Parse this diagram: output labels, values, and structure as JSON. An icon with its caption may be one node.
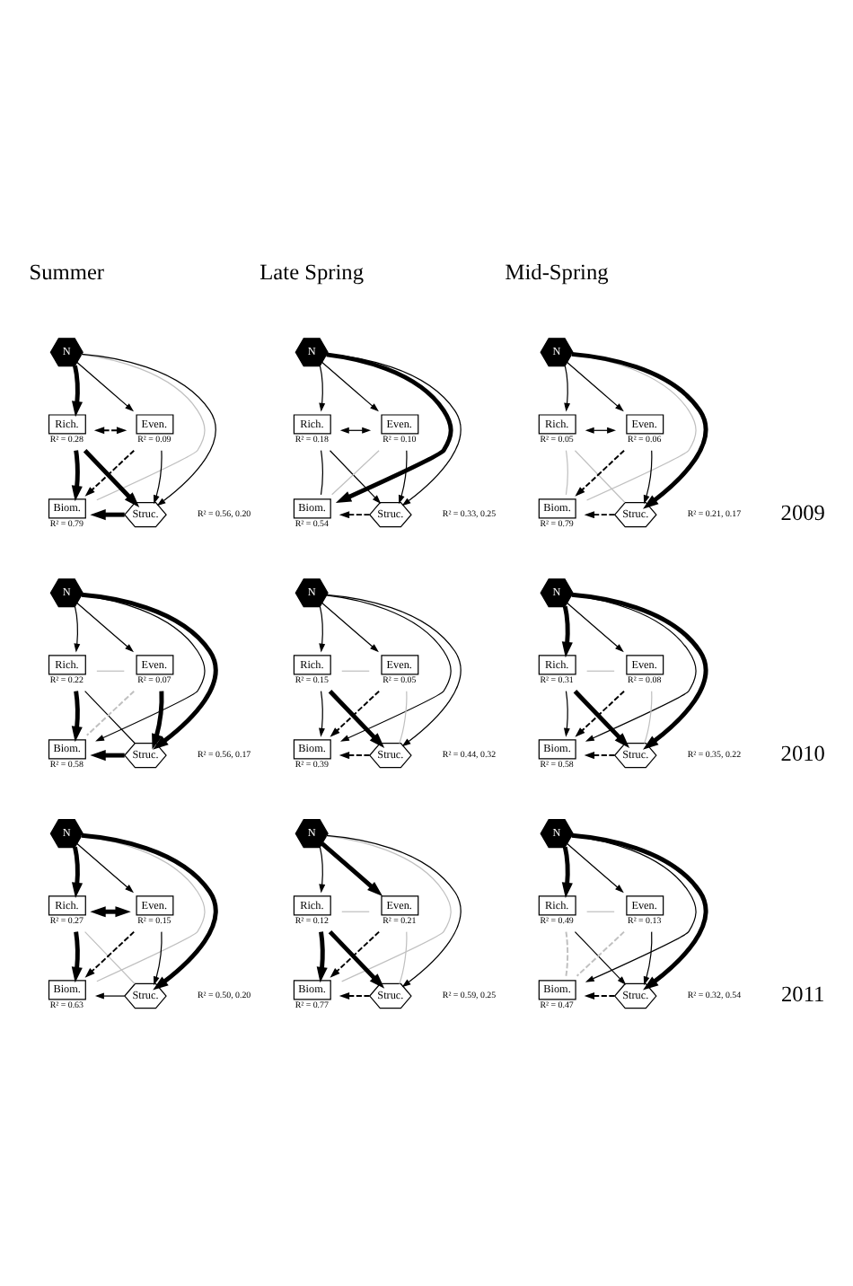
{
  "diagram": {
    "nodes": [
      {
        "text": [
          "N"
        ]
      },
      {
        "text": [
          "Rich."
        ],
        "beside": [
          "R² = 0.28"
        ]
      },
      {
        "text": [
          "Even."
        ],
        "beside": [
          "R² = 0.09"
        ]
      },
      {
        "text": [
          "Biom."
        ],
        "beside": [
          "R² = 0.79"
        ]
      },
      {
        "text": [
          "Struc."
        ],
        "beside": [
          "R² = 0.56, 0.20"
        ]
      },
      {
        "text": [
          "N"
        ]
      },
      {
        "text": [
          "Rich."
        ],
        "beside": [
          "R² = 0.18"
        ]
      },
      {
        "text": [
          "Even."
        ],
        "beside": [
          "R² = 0.10"
        ]
      },
      {
        "text": [
          "Biom."
        ],
        "beside": [
          "R² = 0.54"
        ]
      },
      {
        "text": [
          "Struc."
        ],
        "beside": [
          "R² = 0.33, 0.25"
        ]
      },
      {
        "text": [
          "N"
        ]
      },
      {
        "text": [
          "Rich."
        ],
        "beside": [
          "R² = 0.05"
        ]
      },
      {
        "text": [
          "Even."
        ],
        "beside": [
          "R² = 0.06"
        ]
      },
      {
        "text": [
          "Biom."
        ],
        "beside": [
          "R² = 0.79"
        ]
      },
      {
        "text": [
          "Struc."
        ],
        "beside": [
          "R² = 0.21, 0.17"
        ]
      },
      {
        "text": [
          "N"
        ]
      },
      {
        "text": [
          "Rich."
        ],
        "beside": [
          "R² = 0.22"
        ]
      },
      {
        "text": [
          "Even."
        ],
        "beside": [
          "R² = 0.07"
        ]
      },
      {
        "text": [
          "Biom."
        ],
        "beside": [
          "R² = 0.58"
        ]
      },
      {
        "text": [
          "Struc."
        ],
        "beside": [
          "R² = 0.56, 0.17"
        ]
      },
      {
        "text": [
          "N"
        ]
      },
      {
        "text": [
          "Rich."
        ],
        "beside": [
          "R² = 0.15"
        ]
      },
      {
        "text": [
          "Even."
        ],
        "beside": [
          "R² = 0.05"
        ]
      },
      {
        "text": [
          "Biom."
        ],
        "beside": [
          "R² = 0.39"
        ]
      },
      {
        "text": [
          "Struc."
        ],
        "beside": [
          "R² = 0.44, 0.32"
        ]
      },
      {
        "text": [
          "N"
        ]
      },
      {
        "text": [
          "Rich."
        ],
        "beside": [
          "R² = 0.31"
        ]
      },
      {
        "text": [
          "Even."
        ],
        "beside": [
          "R² = 0.08"
        ]
      },
      {
        "text": [
          "Biom."
        ],
        "beside": [
          "R² = 0.58"
        ]
      },
      {
        "text": [
          "Struc."
        ],
        "beside": [
          "R² = 0.35, 0.22"
        ]
      },
      {
        "text": [
          "N"
        ]
      },
      {
        "text": [
          "Rich."
        ],
        "beside": [
          "R² = 0.27"
        ]
      },
      {
        "text": [
          "Even."
        ],
        "beside": [
          "R² = 0.15"
        ]
      },
      {
        "text": [
          "Biom."
        ],
        "beside": [
          "R² = 0.63"
        ]
      },
      {
        "text": [
          "Struc."
        ],
        "beside": [
          "R² = 0.50, 0.20"
        ]
      },
      {
        "text": [
          "N"
        ]
      },
      {
        "text": [
          "Rich."
        ],
        "beside": [
          "R² = 0.12"
        ]
      },
      {
        "text": [
          "Even."
        ],
        "beside": [
          "R² = 0.21"
        ]
      },
      {
        "text": [
          "Biom."
        ],
        "beside": [
          "R² = 0.77"
        ]
      },
      {
        "text": [
          "Struc."
        ],
        "beside": [
          "R² = 0.59, 0.25"
        ]
      },
      {
        "text": [
          "N"
        ]
      },
      {
        "text": [
          "Rich."
        ],
        "beside": [
          "R² = 0.49"
        ]
      },
      {
        "text": [
          "Even."
        ],
        "beside": [
          "R² = 0.13"
        ]
      },
      {
        "text": [
          "Biom."
        ],
        "beside": [
          "R² = 0.47"
        ]
      },
      {
        "text": [
          "Struc."
        ],
        "beside": [
          "R² = 0.32, 0.54"
        ]
      }
    ],
    "edges": [
      {
        "from": 0,
        "to": 1,
        "arrow": "to",
        "style": "thick"
      },
      {
        "from": 0,
        "to": 2,
        "arrow": "to"
      },
      {
        "from": 0,
        "to": 3,
        "arrow": "none",
        "color": "#c0c0c0"
      },
      {
        "from": 0,
        "to": 4,
        "arrow": "to"
      },
      {
        "from": 1,
        "to": 2,
        "arrow": "both",
        "style": "dashed"
      },
      {
        "from": 1,
        "to": 3,
        "arrow": "to",
        "style": "thick"
      },
      {
        "from": 1,
        "to": 4,
        "arrow": "to",
        "style": "thick"
      },
      {
        "from": 2,
        "to": 3,
        "arrow": "to",
        "style": "dashed"
      },
      {
        "from": 2,
        "to": 4,
        "arrow": "to"
      },
      {
        "from": 4,
        "to": 3,
        "arrow": "to",
        "style": "thick"
      },
      {
        "from": 5,
        "to": 6,
        "arrow": "to"
      },
      {
        "from": 5,
        "to": 7,
        "arrow": "to"
      },
      {
        "from": 5,
        "to": 8,
        "arrow": "to",
        "style": "thick"
      },
      {
        "from": 5,
        "to": 9,
        "arrow": "to"
      },
      {
        "from": 6,
        "to": 7,
        "arrow": "both"
      },
      {
        "from": 6,
        "to": 8,
        "arrow": "none"
      },
      {
        "from": 6,
        "to": 9,
        "arrow": "to"
      },
      {
        "from": 7,
        "to": 8,
        "arrow": "none",
        "color": "#c0c0c0"
      },
      {
        "from": 7,
        "to": 9,
        "arrow": "to"
      },
      {
        "from": 9,
        "to": 8,
        "arrow": "to",
        "style": "dashed"
      },
      {
        "from": 10,
        "to": 11,
        "arrow": "to"
      },
      {
        "from": 10,
        "to": 12,
        "arrow": "to"
      },
      {
        "from": 10,
        "to": 13,
        "arrow": "none",
        "color": "#c0c0c0"
      },
      {
        "from": 10,
        "to": 14,
        "arrow": "to",
        "style": "thick"
      },
      {
        "from": 11,
        "to": 12,
        "arrow": "both"
      },
      {
        "from": 11,
        "to": 13,
        "arrow": "none",
        "color": "#c0c0c0"
      },
      {
        "from": 11,
        "to": 14,
        "arrow": "none",
        "color": "#c0c0c0"
      },
      {
        "from": 12,
        "to": 13,
        "arrow": "to",
        "style": "dashed"
      },
      {
        "from": 12,
        "to": 14,
        "arrow": "to"
      },
      {
        "from": 14,
        "to": 13,
        "arrow": "to",
        "style": "dashed"
      },
      {
        "from": 15,
        "to": 16,
        "arrow": "to"
      },
      {
        "from": 15,
        "to": 17,
        "arrow": "to"
      },
      {
        "from": 15,
        "to": 18,
        "arrow": "to"
      },
      {
        "from": 15,
        "to": 19,
        "arrow": "to",
        "style": "thick"
      },
      {
        "from": 16,
        "to": 17,
        "arrow": "none",
        "color": "#c0c0c0"
      },
      {
        "from": 16,
        "to": 18,
        "arrow": "to",
        "style": "thick"
      },
      {
        "from": 16,
        "to": 19,
        "arrow": "none"
      },
      {
        "from": 17,
        "to": 18,
        "arrow": "none",
        "style": "dashed",
        "color": "#c0c0c0"
      },
      {
        "from": 17,
        "to": 19,
        "arrow": "to",
        "style": "thick"
      },
      {
        "from": 19,
        "to": 18,
        "arrow": "to",
        "style": "thick"
      },
      {
        "from": 20,
        "to": 21,
        "arrow": "to"
      },
      {
        "from": 20,
        "to": 22,
        "arrow": "to"
      },
      {
        "from": 20,
        "to": 23,
        "arrow": "to"
      },
      {
        "from": 20,
        "to": 24,
        "arrow": "to"
      },
      {
        "from": 21,
        "to": 22,
        "arrow": "none",
        "color": "#c0c0c0"
      },
      {
        "from": 21,
        "to": 23,
        "arrow": "to"
      },
      {
        "from": 21,
        "to": 24,
        "arrow": "to",
        "style": "thick"
      },
      {
        "from": 22,
        "to": 23,
        "arrow": "to",
        "style": "dashed"
      },
      {
        "from": 22,
        "to": 24,
        "arrow": "none",
        "color": "#c0c0c0"
      },
      {
        "from": 24,
        "to": 23,
        "arrow": "to",
        "style": "dashed"
      },
      {
        "from": 25,
        "to": 26,
        "arrow": "to",
        "style": "thick"
      },
      {
        "from": 25,
        "to": 27,
        "arrow": "to"
      },
      {
        "from": 25,
        "to": 28,
        "arrow": "to"
      },
      {
        "from": 25,
        "to": 29,
        "arrow": "to",
        "style": "thick"
      },
      {
        "from": 26,
        "to": 27,
        "arrow": "none",
        "color": "#c0c0c0"
      },
      {
        "from": 26,
        "to": 28,
        "arrow": "to"
      },
      {
        "from": 26,
        "to": 29,
        "arrow": "to",
        "style": "thick"
      },
      {
        "from": 27,
        "to": 28,
        "arrow": "to",
        "style": "dashed"
      },
      {
        "from": 27,
        "to": 29,
        "arrow": "none",
        "color": "#c0c0c0"
      },
      {
        "from": 29,
        "to": 28,
        "arrow": "to",
        "style": "dashed"
      },
      {
        "from": 30,
        "to": 31,
        "arrow": "to",
        "style": "thick"
      },
      {
        "from": 30,
        "to": 32,
        "arrow": "to"
      },
      {
        "from": 30,
        "to": 33,
        "arrow": "none",
        "color": "#c0c0c0"
      },
      {
        "from": 30,
        "to": 34,
        "arrow": "to",
        "style": "thick"
      },
      {
        "from": 31,
        "to": 32,
        "arrow": "both",
        "style": "thick"
      },
      {
        "from": 31,
        "to": 33,
        "arrow": "to",
        "style": "thick"
      },
      {
        "from": 31,
        "to": 34,
        "arrow": "none",
        "color": "#c0c0c0"
      },
      {
        "from": 32,
        "to": 33,
        "arrow": "to",
        "style": "dashed"
      },
      {
        "from": 32,
        "to": 34,
        "arrow": "to"
      },
      {
        "from": 34,
        "to": 33,
        "arrow": "to"
      },
      {
        "from": 35,
        "to": 36,
        "arrow": "to"
      },
      {
        "from": 35,
        "to": 37,
        "arrow": "to",
        "style": "thick"
      },
      {
        "from": 35,
        "to": 38,
        "arrow": "none",
        "color": "#c0c0c0"
      },
      {
        "from": 35,
        "to": 39,
        "arrow": "to"
      },
      {
        "from": 36,
        "to": 37,
        "arrow": "none",
        "color": "#c0c0c0"
      },
      {
        "from": 36,
        "to": 38,
        "arrow": "to",
        "style": "thick"
      },
      {
        "from": 36,
        "to": 39,
        "arrow": "to",
        "style": "thick"
      },
      {
        "from": 37,
        "to": 38,
        "arrow": "to",
        "style": "dashed"
      },
      {
        "from": 37,
        "to": 39,
        "arrow": "none",
        "color": "#c0c0c0"
      },
      {
        "from": 39,
        "to": 38,
        "arrow": "to",
        "style": "dashed"
      },
      {
        "from": 40,
        "to": 41,
        "arrow": "to",
        "style": "thick"
      },
      {
        "from": 40,
        "to": 42,
        "arrow": "to"
      },
      {
        "from": 40,
        "to": 43,
        "arrow": "to"
      },
      {
        "from": 40,
        "to": 44,
        "arrow": "to",
        "style": "thick"
      },
      {
        "from": 41,
        "to": 42,
        "arrow": "none",
        "color": "#c0c0c0"
      },
      {
        "from": 41,
        "to": 43,
        "arrow": "none",
        "style": "dashed",
        "color": "#c0c0c0"
      },
      {
        "from": 41,
        "to": 44,
        "arrow": "to"
      },
      {
        "from": 42,
        "to": 43,
        "arrow": "none",
        "style": "dashed",
        "color": "#c0c0c0"
      },
      {
        "from": 42,
        "to": 44,
        "arrow": "to"
      },
      {
        "from": 44,
        "to": 43,
        "arrow": "to",
        "style": "dashed"
      }
    ],
    "labels": [
      "Summer",
      "Late Spring",
      "Mid-Spring",
      "2009",
      "2010",
      "2011"
    ]
  }
}
